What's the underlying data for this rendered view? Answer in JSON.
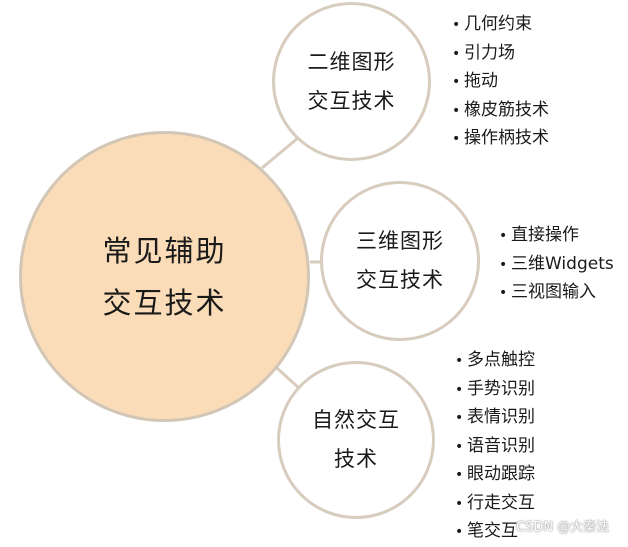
{
  "colors": {
    "main_fill": "#fbdcb8",
    "circle_border": "#d2c6b6",
    "connector": "#d7ccbd"
  },
  "center": {
    "line1": "常见辅助",
    "line2": "交互技术"
  },
  "branches": [
    {
      "id": "2d",
      "line1": "二维图形",
      "line2": "交互技术",
      "items": [
        "几何约束",
        "引力场",
        "拖动",
        "橡皮筋技术",
        "操作柄技术"
      ]
    },
    {
      "id": "3d",
      "line1": "三维图形",
      "line2": "交互技术",
      "items": [
        "直接操作",
        "三维Widgets",
        "三视图输入"
      ]
    },
    {
      "id": "natural",
      "line1": "自然交互",
      "line2": "技术",
      "items": [
        "多点触控",
        "手势识别",
        "表情识别",
        "语音识别",
        "眼动跟踪",
        "行走交互",
        "笔交互"
      ]
    }
  ],
  "bullet_symbol": "•",
  "watermark": "CSDN @大秦法"
}
